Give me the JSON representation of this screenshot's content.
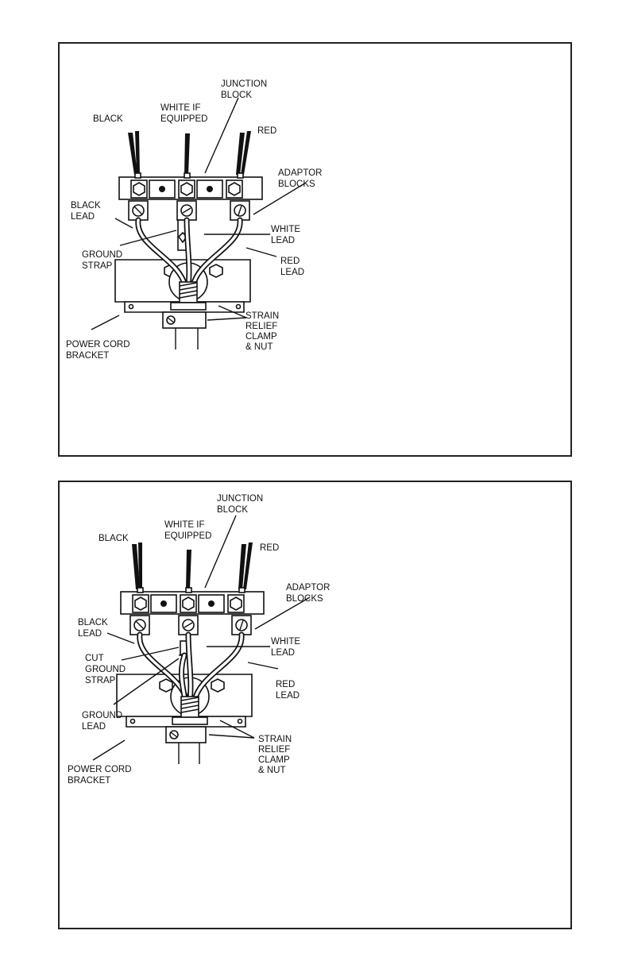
{
  "figure1": {
    "labels": {
      "junction_block": [
        "JUNCTION",
        "BLOCK"
      ],
      "black": "BLACK",
      "white_if_equipped": [
        "WHITE IF",
        "EQUIPPED"
      ],
      "red": "RED",
      "adaptor_blocks": [
        "ADAPTOR",
        "BLOCKS"
      ],
      "black_lead": [
        "BLACK",
        "LEAD"
      ],
      "white_lead": [
        "WHITE",
        "LEAD"
      ],
      "ground_strap": [
        "GROUND",
        "STRAP"
      ],
      "red_lead": [
        "RED",
        "LEAD"
      ],
      "strain_relief": [
        "STRAIN",
        "RELIEF",
        "CLAMP",
        "& NUT"
      ],
      "power_cord_bracket": [
        "POWER CORD",
        "BRACKET"
      ]
    }
  },
  "figure2": {
    "labels": {
      "junction_block": [
        "JUNCTION",
        "BLOCK"
      ],
      "black": "BLACK",
      "white_if_equipped": [
        "WHITE IF",
        "EQUIPPED"
      ],
      "red": "RED",
      "adaptor_blocks": [
        "ADAPTOR",
        "BLOCKS"
      ],
      "black_lead": [
        "BLACK",
        "LEAD"
      ],
      "white_lead": [
        "WHITE",
        "LEAD"
      ],
      "cut_ground_strap": [
        "CUT",
        "GROUND",
        "STRAP"
      ],
      "red_lead": [
        "RED",
        "LEAD"
      ],
      "ground_lead": [
        "GROUND",
        "LEAD"
      ],
      "strain_relief": [
        "STRAIN",
        "RELIEF",
        "CLAMP",
        "& NUT"
      ],
      "power_cord_bracket": [
        "POWER CORD",
        "BRACKET"
      ]
    }
  }
}
